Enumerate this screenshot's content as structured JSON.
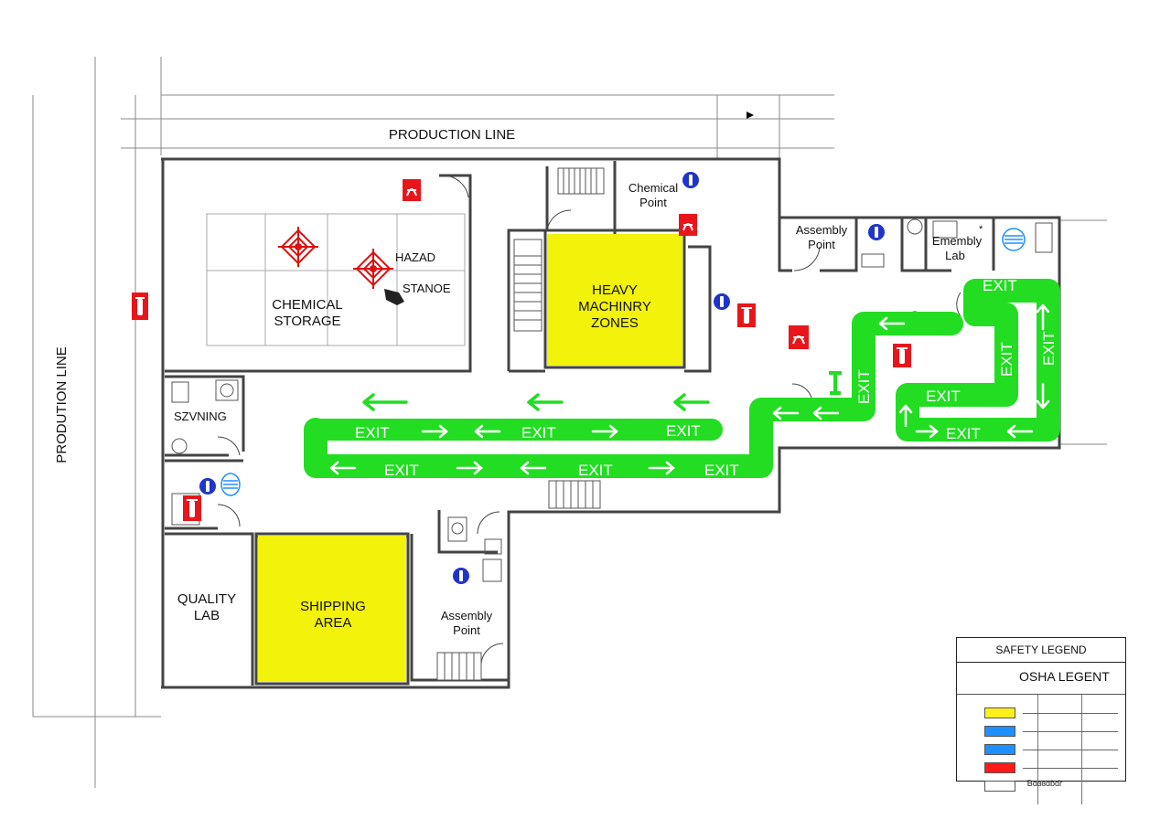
{
  "plan": {
    "top_label": "PRODUCTION LINE",
    "side_label": "PRODUTION LINE",
    "rooms": {
      "chemical_storage": [
        "CHEMICAL",
        "STORAGE"
      ],
      "hazard_note": [
        "HAZAD",
        "STANOE"
      ],
      "heavy_machinery": [
        "HEAVY",
        "MACHINRY",
        "ZONES"
      ],
      "chemical_point": [
        "Chemical",
        "Point"
      ],
      "assembly_point_top": [
        "Assembly",
        "Point"
      ],
      "emembly_lab": [
        "Emembly",
        "Lab"
      ],
      "szvning": "SZVNING",
      "quality_lab": [
        "QUALITY",
        "LAB"
      ],
      "shipping_area": [
        "SHIPPING",
        "AREA"
      ],
      "assembly_point_bottom": [
        "Assembly",
        "Point"
      ]
    },
    "exit_label": "EXIT"
  },
  "legend": {
    "title": "SAFETY LEGEND",
    "subtitle": "OSHA LEGENT",
    "swatches": [
      "#ffef1a",
      "#1e90ff",
      "#1e90ff",
      "#ff1a1a",
      "#ffffff"
    ],
    "last_label": "Ɓɑɞɞɑɓɗɾ"
  },
  "colors": {
    "zone_yellow": "#f2f20a",
    "exit_green": "#22dd22",
    "fire_red": "#e8161b",
    "info_blue": "#1f35c9"
  },
  "icons": [
    "fire-extinguisher-icon",
    "fire-alarm-icon",
    "info-point-icon",
    "hazard-diamond-icon",
    "eyewash-icon",
    "emergency-exit-icon"
  ]
}
